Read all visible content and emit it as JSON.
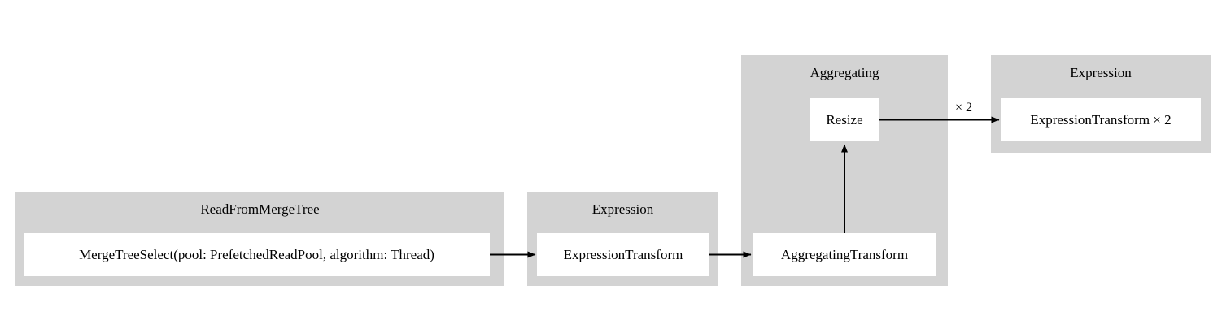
{
  "diagram": {
    "type": "pipeline-graph",
    "background_color": "#ffffff",
    "cluster_color": "#d3d3d3",
    "node_color": "#ffffff",
    "edge_color": "#000000",
    "clusters": [
      {
        "id": "read-from-merge-tree",
        "label": "ReadFromMergeTree",
        "nodes": [
          {
            "id": "merge-tree-select",
            "label": "MergeTreeSelect(pool: PrefetchedReadPool, algorithm: Thread)"
          }
        ]
      },
      {
        "id": "expression-1",
        "label": "Expression",
        "nodes": [
          {
            "id": "expression-transform",
            "label": "ExpressionTransform"
          }
        ]
      },
      {
        "id": "aggregating",
        "label": "Aggregating",
        "nodes": [
          {
            "id": "resize",
            "label": "Resize"
          },
          {
            "id": "aggregating-transform",
            "label": "AggregatingTransform"
          }
        ]
      },
      {
        "id": "expression-2",
        "label": "Expression",
        "nodes": [
          {
            "id": "expression-transform-x2",
            "label": "ExpressionTransform × 2"
          }
        ]
      }
    ],
    "edges": [
      {
        "id": "edge-merge-to-expression",
        "from": "merge-tree-select",
        "to": "expression-transform",
        "label": ""
      },
      {
        "id": "edge-expression-to-aggregating",
        "from": "expression-transform",
        "to": "aggregating-transform",
        "label": ""
      },
      {
        "id": "edge-aggregating-to-resize",
        "from": "aggregating-transform",
        "to": "resize",
        "label": ""
      },
      {
        "id": "edge-resize-to-expression2",
        "from": "resize",
        "to": "expression-transform-x2",
        "label": "× 2"
      }
    ]
  }
}
